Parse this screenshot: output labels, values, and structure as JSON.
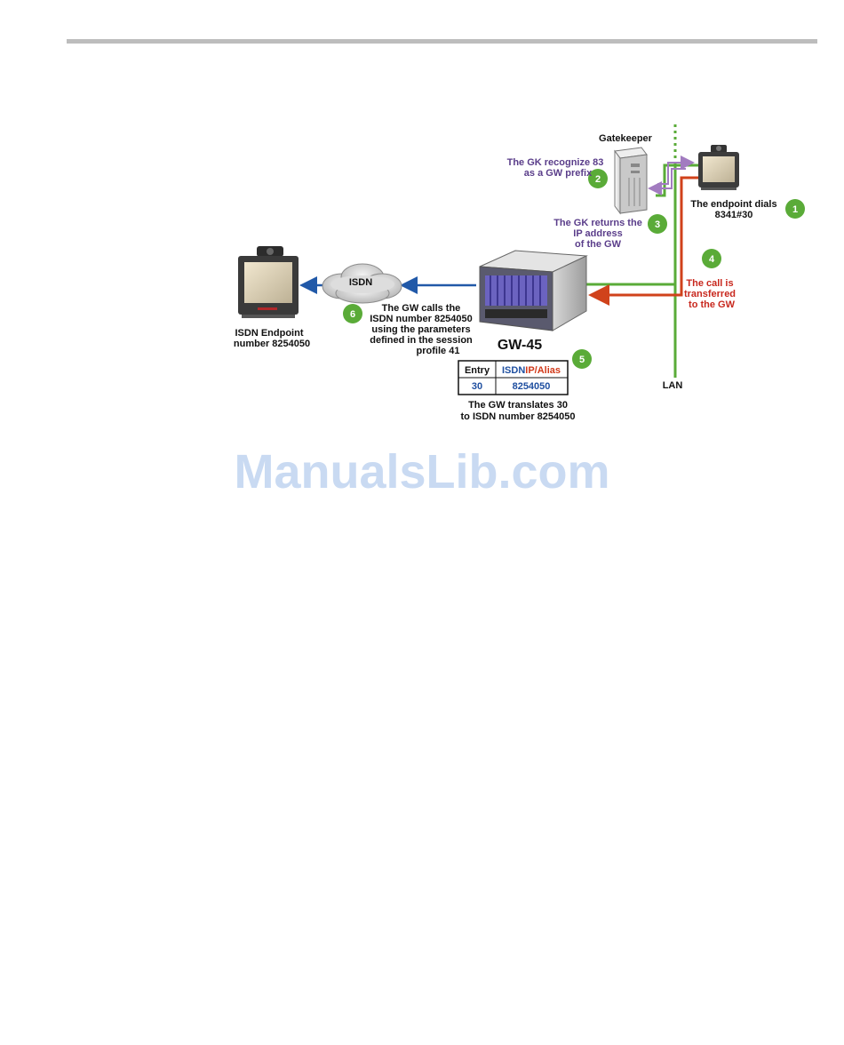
{
  "labels": {
    "gatekeeper": "Gatekeeper",
    "gk_recognize_1": "The GK recognize 83",
    "gk_recognize_2": "as a GW prefix",
    "gk_returns_1": "The GK returns the",
    "gk_returns_2": "IP address",
    "gk_returns_3": "of the GW",
    "endpoint_dials_1": "The endpoint dials",
    "endpoint_dials_2": "8341#30",
    "call_transferred_1": "The call is",
    "call_transferred_2": "transferred",
    "call_transferred_3": "to the GW",
    "lan": "LAN",
    "isdn_cloud": "ISDN",
    "isdn_endpoint_1": "ISDN Endpoint",
    "isdn_endpoint_2": "number 8254050",
    "gw_calls_1": "The GW calls the",
    "gw_calls_2": "ISDN number 8254050",
    "gw_calls_3": "using the parameters",
    "gw_calls_4": "defined in the session",
    "gw_calls_5": "profile 41",
    "gw_name": "GW-45",
    "gw_translates_1": "The GW translates 30",
    "gw_translates_2": "to ISDN number 8254050"
  },
  "steps": [
    "1",
    "2",
    "3",
    "4",
    "5",
    "6"
  ],
  "table": {
    "headers": {
      "entry": "Entry",
      "isdn": "ISDN",
      "sep": "/",
      "ip_alias": "IP/Alias"
    },
    "row": {
      "entry": "30",
      "value": "8254050"
    }
  },
  "watermark": "ManualsLib.com",
  "colors": {
    "lan_green": "#5aab38",
    "call_red": "#d0421b",
    "isdn_blue": "#2159a8",
    "gk_purple": "#a27cc0",
    "step_badge": "#5aab38",
    "label_purple": "#5a3d8a",
    "label_red": "#c8281e",
    "table_blue": "#1f4fa0",
    "table_red": "#d23a1a"
  },
  "icons": [
    "gatekeeper-server-icon",
    "video-endpoint-icon",
    "isdn-endpoint-icon",
    "isdn-cloud-icon",
    "gateway-chassis-icon"
  ]
}
